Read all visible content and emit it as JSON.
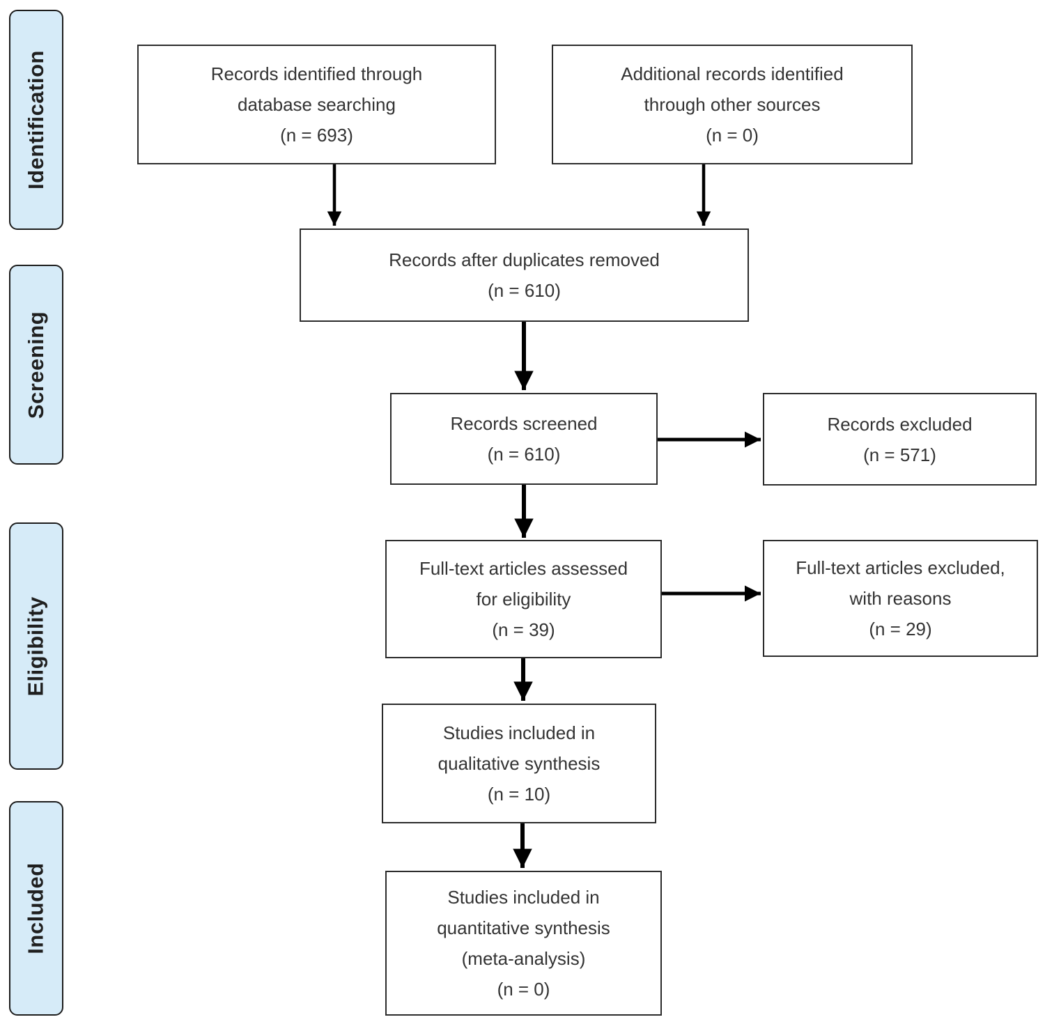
{
  "diagram_type": "flowchart",
  "stages": [
    {
      "label": "Identification"
    },
    {
      "label": "Screening"
    },
    {
      "label": "Eligibility"
    },
    {
      "label": "Included"
    }
  ],
  "nodes": {
    "identified": {
      "lines": [
        "Records identified through",
        "database searching",
        "(n = 693)"
      ]
    },
    "additional": {
      "lines": [
        "Additional records identified",
        "through other sources",
        "(n = 0)"
      ]
    },
    "deduplicated": {
      "lines": [
        "Records after duplicates removed",
        "(n = 610)"
      ]
    },
    "screened": {
      "lines": [
        "Records screened",
        "(n = 610)"
      ]
    },
    "records_excluded": {
      "lines": [
        "Records excluded",
        "(n = 571)"
      ]
    },
    "fulltext_assessed": {
      "lines": [
        "Full-text articles assessed",
        "for eligibility",
        "(n = 39)"
      ]
    },
    "fulltext_excluded": {
      "lines": [
        "Full-text articles excluded,",
        "with reasons",
        "(n = 29)"
      ]
    },
    "qualitative": {
      "lines": [
        "Studies included in",
        "qualitative synthesis",
        "(n = 10)"
      ]
    },
    "quantitative": {
      "lines": [
        "Studies included in",
        "quantitative synthesis",
        "(meta-analysis)",
        "(n = 0)"
      ]
    }
  },
  "colors": {
    "stage_fill": "#d6ebf8",
    "stage_border": "#1c1c1c",
    "node_border": "#2b2b2b",
    "node_fill": "#ffffff",
    "arrow": "#000000",
    "text": "#333333"
  }
}
